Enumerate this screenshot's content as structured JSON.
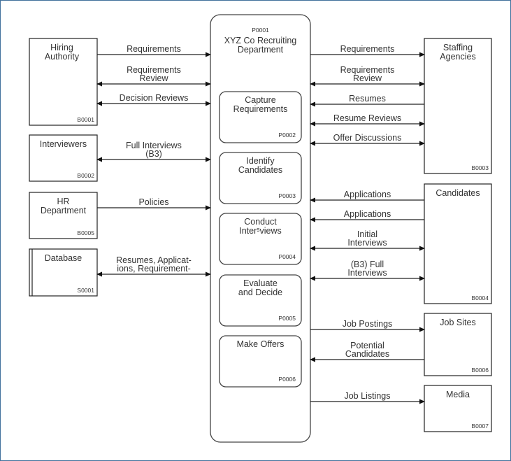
{
  "main_process": {
    "code": "P0001",
    "title_lines": [
      "XYZ Co Recruiting",
      "Department"
    ]
  },
  "subprocesses": [
    {
      "code": "P0002",
      "lines": [
        "Capture",
        "Requirements"
      ]
    },
    {
      "code": "P0003",
      "lines": [
        "Identify",
        "Candidates"
      ]
    },
    {
      "code": "P0004",
      "lines": [
        "Conduct",
        "Interˢviews"
      ]
    },
    {
      "code": "P0005",
      "lines": [
        "Evaluate",
        "and Decide"
      ]
    },
    {
      "code": "P0006",
      "lines": [
        "Make Offers"
      ]
    }
  ],
  "externals": [
    {
      "code": "B0001",
      "lines": [
        "Hiring",
        "Authority"
      ]
    },
    {
      "code": "B0002",
      "lines": [
        "Interviewers"
      ]
    },
    {
      "code": "B0005",
      "lines": [
        "HR",
        "Department"
      ]
    },
    {
      "code": "S0001",
      "lines": [
        "Database"
      ],
      "store": true
    },
    {
      "code": "B0003",
      "lines": [
        "Staffing",
        "Agencies"
      ]
    },
    {
      "code": "B0004",
      "lines": [
        "Candidates"
      ]
    },
    {
      "code": "B0006",
      "lines": [
        "Job Sites"
      ]
    },
    {
      "code": "B0007",
      "lines": [
        "Media"
      ]
    }
  ],
  "flows": [
    {
      "lines": [
        "Requirements"
      ],
      "direction": "to-process",
      "from": "B0001"
    },
    {
      "lines": [
        "Requirements",
        "Review"
      ],
      "direction": "both",
      "from": "B0001"
    },
    {
      "lines": [
        "Decision Reviews"
      ],
      "direction": "both",
      "from": "B0001"
    },
    {
      "lines": [
        "Full Interviews",
        "(B3)"
      ],
      "direction": "both",
      "from": "B0002"
    },
    {
      "lines": [
        "Policies"
      ],
      "direction": "to-process",
      "from": "B0005"
    },
    {
      "lines": [
        "Resumes, Applicat-",
        "ions, Requirement-"
      ],
      "direction": "both",
      "from": "S0001"
    },
    {
      "lines": [
        "Requirements"
      ],
      "direction": "to-external",
      "from": "B0003"
    },
    {
      "lines": [
        "Requirements",
        "Review"
      ],
      "direction": "both",
      "from": "B0003"
    },
    {
      "lines": [
        "Resumes"
      ],
      "direction": "to-process",
      "from": "B0003"
    },
    {
      "lines": [
        "Resume Reviews"
      ],
      "direction": "both",
      "from": "B0003"
    },
    {
      "lines": [
        "Offer Discussions"
      ],
      "direction": "both",
      "from": "B0003"
    },
    {
      "lines": [
        "Applications"
      ],
      "direction": "to-process",
      "from": "B0004"
    },
    {
      "lines": [
        "Applications"
      ],
      "direction": "to-process",
      "from": "B0004"
    },
    {
      "lines": [
        "Initial",
        "Interviews"
      ],
      "direction": "both",
      "from": "B0004"
    },
    {
      "lines": [
        "(B3) Full",
        "Interviews"
      ],
      "direction": "both",
      "from": "B0004"
    },
    {
      "lines": [
        "Job Postings"
      ],
      "direction": "to-external",
      "from": "B0006"
    },
    {
      "lines": [
        "Potential",
        "Candidates"
      ],
      "direction": "to-process",
      "from": "B0006"
    },
    {
      "lines": [
        "Job Listings"
      ],
      "direction": "to-external",
      "from": "B0007"
    }
  ]
}
